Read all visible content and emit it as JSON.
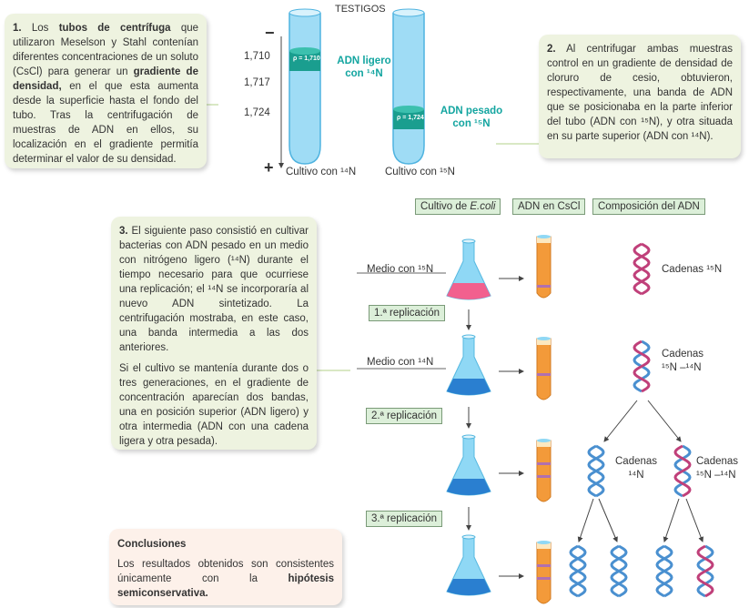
{
  "box1": {
    "num": "1.",
    "t1": " Los ",
    "b1": "tubos de centrífuga",
    "t2": " que utilizaron Meselson y Stahl contenían diferentes concentraciones de un soluto (CsCl) para generar un ",
    "b2": "gradiente de densidad,",
    "t3": " en el que esta aumenta desde la superficie hasta el fondo del tubo. Tras la centrifugación de muestras de ADN en ellos, su localización en el gradiente permitía determinar el valor de su densidad."
  },
  "box2": {
    "num": "2.",
    "text": " Al centrifugar ambas muestras control en un gradiente de densidad de cloruro de cesio, obtuvieron, respectivamente, una banda de ADN que se posicionaba en la parte inferior del tubo (ADN con ¹⁵N), y otra situada en su parte superior (ADN con ¹⁴N)."
  },
  "box3": {
    "num": "3.",
    "p1": " El siguiente paso consistió en cultivar bacterias con ADN pesado en un medio con nitrógeno ligero (¹⁴N) durante el tiempo necesario para que ocurriese una replicación; el ¹⁴N se incorporaría al nuevo ADN sintetizado. La centrifugación mostraba, en este caso, una banda intermedia a las dos anteriores.",
    "p2": "Si el cultivo se mantenía durante dos o tres generaciones, en el gradiente de concentración aparecían dos bandas, una en posición superior (ADN ligero) y otra intermedia (ADN con una cadena ligera y otra pesada)."
  },
  "conclusions": {
    "title": "Conclusiones",
    "t1": "Los resultados obtenidos son consistentes únicamente con la ",
    "b1": "hipótesis semiconservativa."
  },
  "testigos": {
    "title": "TESTIGOS",
    "minus": "−",
    "plus": "+",
    "scale": [
      "1,710",
      "1,717",
      "1,724"
    ],
    "band1": "ρ = 1,710",
    "band2": "ρ = 1,724",
    "label1a": "ADN ligero",
    "label1b": "con ¹⁴N",
    "label2a": "ADN pesado",
    "label2b": "con ¹⁵N",
    "tube1": "Cultivo con ¹⁴N",
    "tube2": "Cultivo con ¹⁵N"
  },
  "headers": {
    "h1a": "Cultivo de ",
    "h1b": "E.coli",
    "h2": "ADN en CsCl",
    "h3": "Composición del ADN"
  },
  "media": [
    "Medio con ¹⁵N",
    "Medio con ¹⁴N"
  ],
  "replications": [
    "1.ª replicación",
    "2.ª replicación",
    "3.ª replicación"
  ],
  "strands": {
    "r1": "Cadenas ¹⁵N",
    "r2a": "Cadenas",
    "r2b": "¹⁵N –¹⁴N",
    "r3la": "Cadenas",
    "r3lb": "¹⁴N",
    "r3ra": "Cadenas",
    "r3rb": "¹⁵N –¹⁴N"
  },
  "colors": {
    "box": "#eef3e0",
    "heavy": "#c0407a",
    "light": "#4a90d0",
    "teal": "#13a5a0",
    "orange": "#f39a3a"
  }
}
